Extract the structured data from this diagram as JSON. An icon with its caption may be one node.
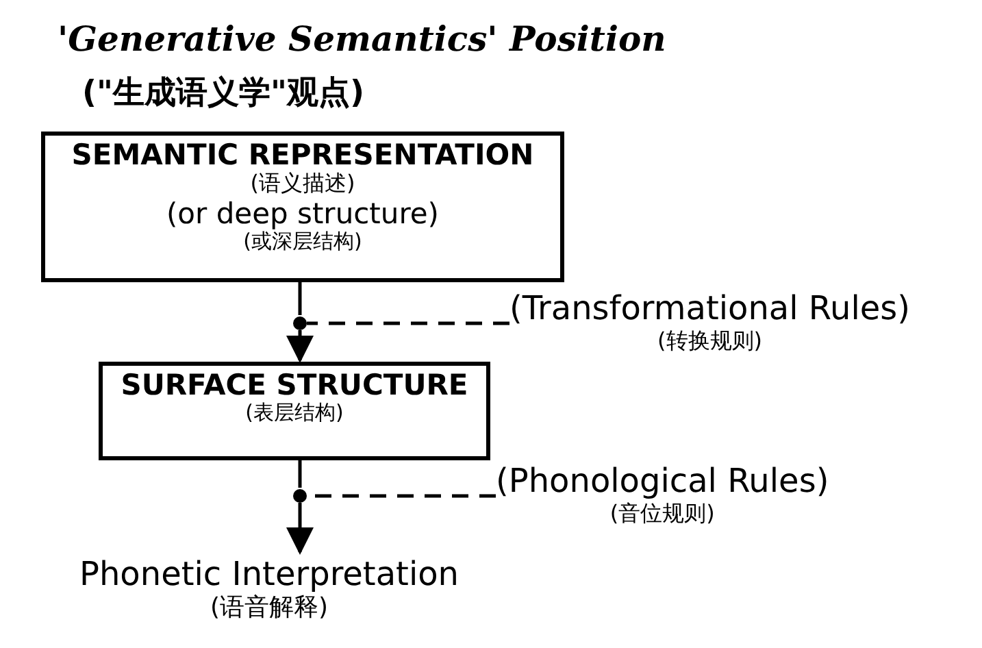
{
  "diagram": {
    "title": "'Generative Semantics' Position",
    "nodes": [
      {
        "text": [
          "SEMANTIC REPRESENTATION",
          "(语义描述)",
          "(or deep structure)",
          "(或深层结构)"
        ]
      },
      {
        "text": [],
        "shape": "circle"
      },
      {
        "text": [
          "(Transformational Rules)",
          "(转换规则)"
        ]
      },
      {
        "text": [
          "SURFACE STRUCTURE",
          "(表层结构)"
        ]
      },
      {
        "text": [],
        "shape": "circle"
      },
      {
        "text": [
          "(Phonological Rules)",
          "(音位规则)"
        ]
      },
      {
        "text": [
          "Phonetic Interpretation",
          "(语音解释)"
        ]
      }
    ],
    "edges": [
      {
        "from": 0,
        "to": 1,
        "arrow": "none"
      },
      {
        "from": 1,
        "to": 3,
        "arrow": "to"
      },
      {
        "from": 2,
        "to": 1,
        "arrow": "none",
        "style": "dashed"
      },
      {
        "from": 3,
        "to": 4,
        "arrow": "none"
      },
      {
        "from": 4,
        "to": 6,
        "arrow": "to"
      },
      {
        "from": 5,
        "to": 4,
        "arrow": "none",
        "style": "dashed"
      }
    ],
    "labels": [
      "(\"生成语义学\"观点)"
    ]
  }
}
